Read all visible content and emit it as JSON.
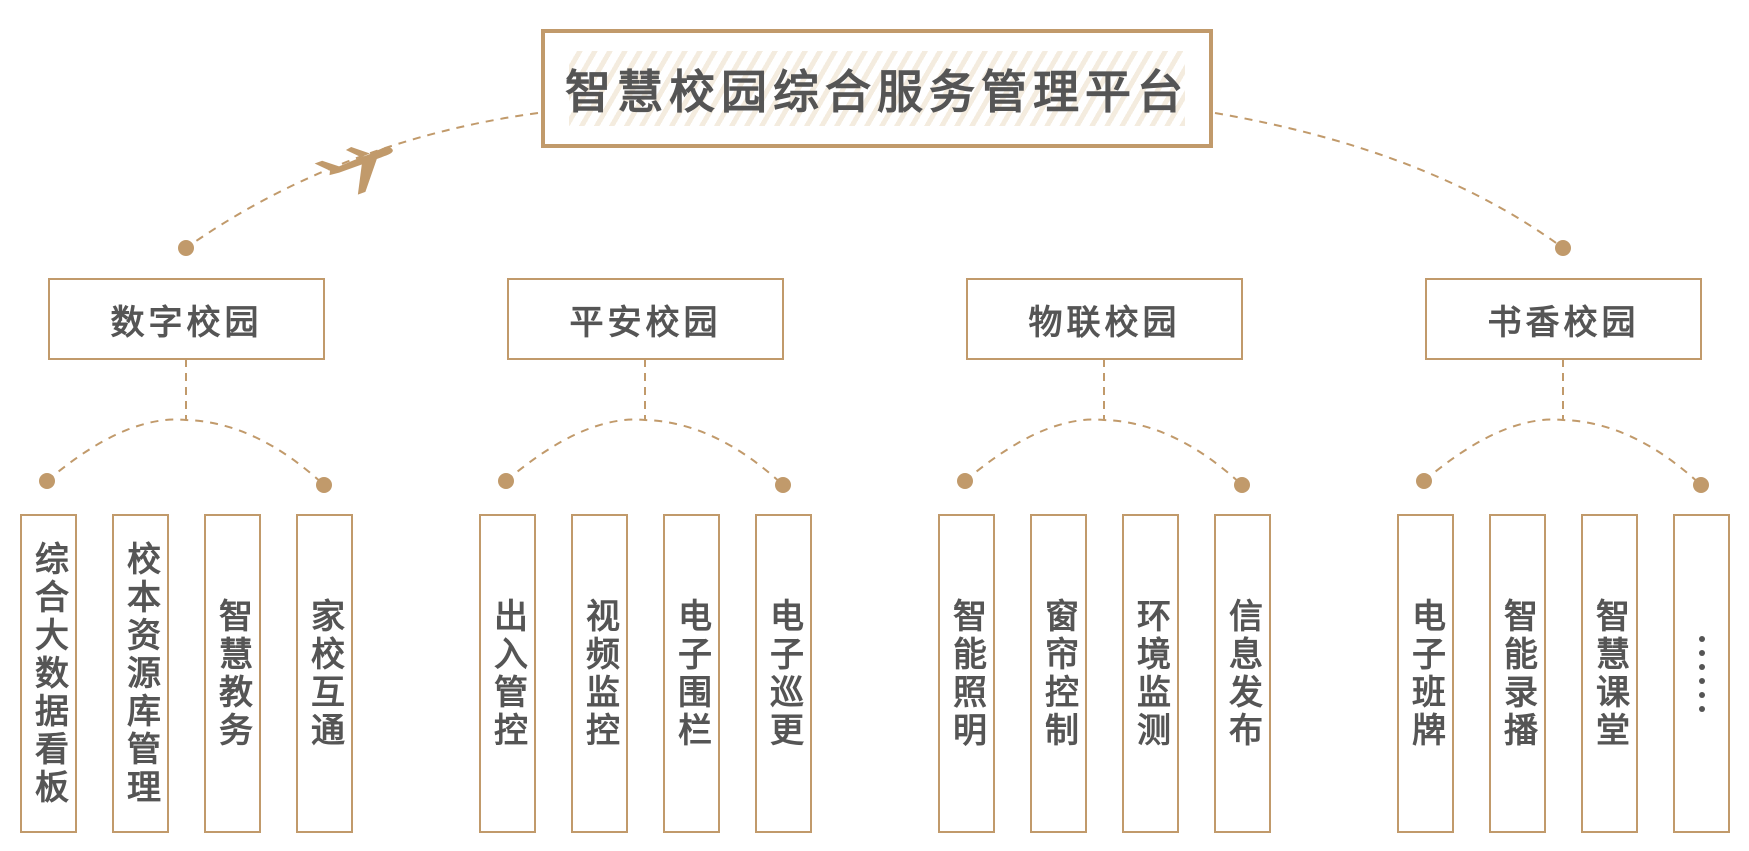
{
  "title": "智慧校园综合服务管理平台",
  "colors": {
    "accent": "#c19a6b",
    "text": "#555555",
    "stripe": "#f4ecdf"
  },
  "icons": {
    "plane": "airplane-icon"
  },
  "groups": [
    {
      "label": "数字校园",
      "items": [
        "综合大数据看板",
        "校本资源库管理",
        "智慧教务",
        "家校互通"
      ]
    },
    {
      "label": "平安校园",
      "items": [
        "出入管控",
        "视频监控",
        "电子围栏",
        "电子巡更"
      ]
    },
    {
      "label": "物联校园",
      "items": [
        "智能照明",
        "窗帘控制",
        "环境监测",
        "信息发布"
      ]
    },
    {
      "label": "书香校园",
      "items": [
        "电子班牌",
        "智能录播",
        "智慧课堂",
        "……"
      ]
    }
  ]
}
